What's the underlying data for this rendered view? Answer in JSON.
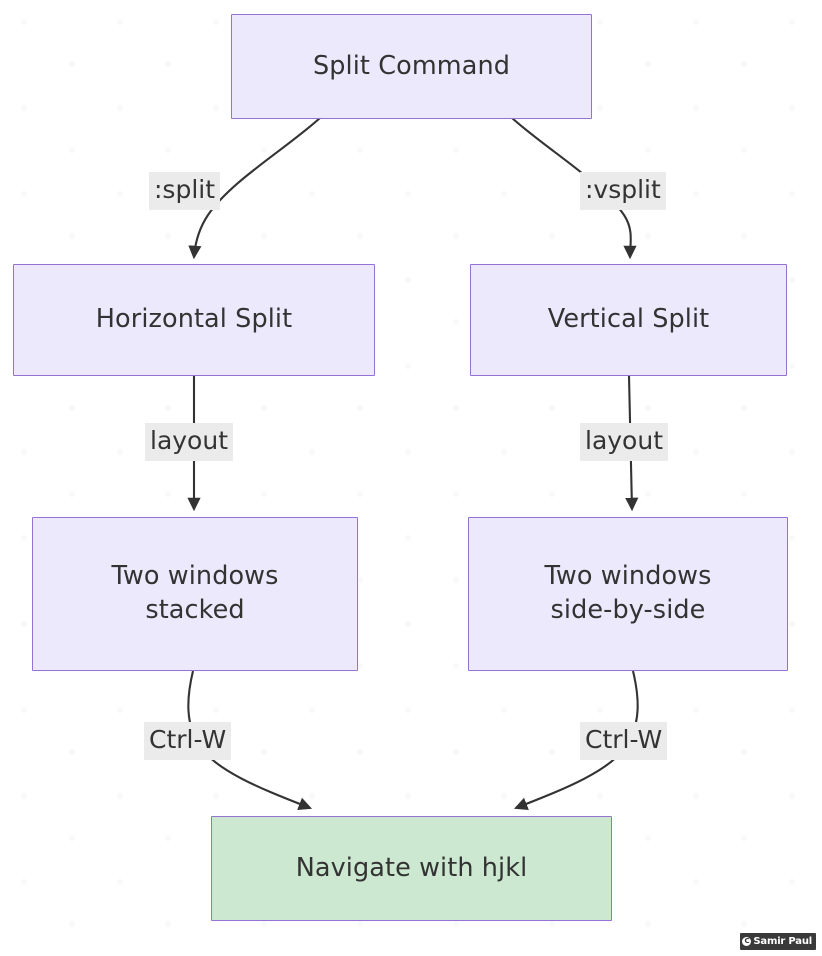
{
  "diagram": {
    "title": "Split Command",
    "background_color": "#ffffff",
    "node_fill_lavender": "#ece9fc",
    "node_fill_green": "#cde8d1",
    "node_border_color": "#9672d4",
    "node_text_color": "#333333",
    "edge_color": "#333333",
    "edge_label_background": "#ebebeb",
    "nodes": [
      {
        "id": "split-command",
        "label": "Split Command",
        "style": "lavender"
      },
      {
        "id": "horizontal-split",
        "label": "Horizontal Split",
        "style": "lavender"
      },
      {
        "id": "vertical-split",
        "label": "Vertical Split",
        "style": "lavender"
      },
      {
        "id": "two-stacked",
        "label": "Two windows\nstacked",
        "style": "lavender"
      },
      {
        "id": "two-side-by-side",
        "label": "Two windows\nside-by-side",
        "style": "lavender"
      },
      {
        "id": "navigate",
        "label": "Navigate with hjkl",
        "style": "green"
      }
    ],
    "edges": [
      {
        "from": "split-command",
        "to": "horizontal-split",
        "label": ":split"
      },
      {
        "from": "split-command",
        "to": "vertical-split",
        "label": ":vsplit"
      },
      {
        "from": "horizontal-split",
        "to": "two-stacked",
        "label": "layout"
      },
      {
        "from": "vertical-split",
        "to": "two-side-by-side",
        "label": "layout"
      },
      {
        "from": "two-stacked",
        "to": "navigate",
        "label": "Ctrl-W"
      },
      {
        "from": "two-side-by-side",
        "to": "navigate",
        "label": "Ctrl-W"
      }
    ]
  },
  "watermark": {
    "symbol": "C",
    "text": "Samir Paul"
  }
}
